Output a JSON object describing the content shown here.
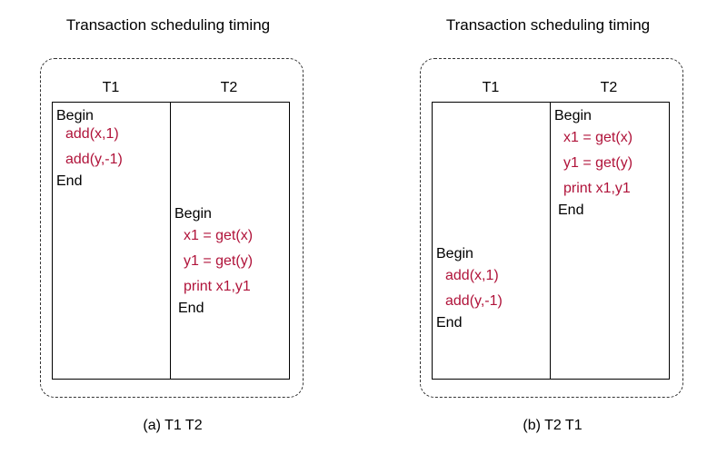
{
  "panels": [
    {
      "title": "Transaction scheduling timing",
      "columns": [
        "T1",
        "T2"
      ],
      "t1": {
        "begin": "Begin",
        "ops": [
          "add(x,1)",
          "add(y,-1)"
        ],
        "end": "End"
      },
      "t2": {
        "begin": "Begin",
        "ops": [
          "x1 = get(x)",
          "y1 = get(y)",
          "print x1,y1"
        ],
        "end": "End"
      },
      "caption": "(a) T1 T2"
    },
    {
      "title": "Transaction scheduling timing",
      "columns": [
        "T1",
        "T2"
      ],
      "t1": {
        "begin": "Begin",
        "ops": [
          "add(x,1)",
          "add(y,-1)"
        ],
        "end": "End"
      },
      "t2": {
        "begin": "Begin",
        "ops": [
          "x1 = get(x)",
          "y1 = get(y)",
          "print x1,y1"
        ],
        "end": "End"
      },
      "caption": "(b) T2 T1"
    }
  ],
  "colors": {
    "keyword": "#000000",
    "operation": "#b0133a",
    "frame": "#333333"
  }
}
